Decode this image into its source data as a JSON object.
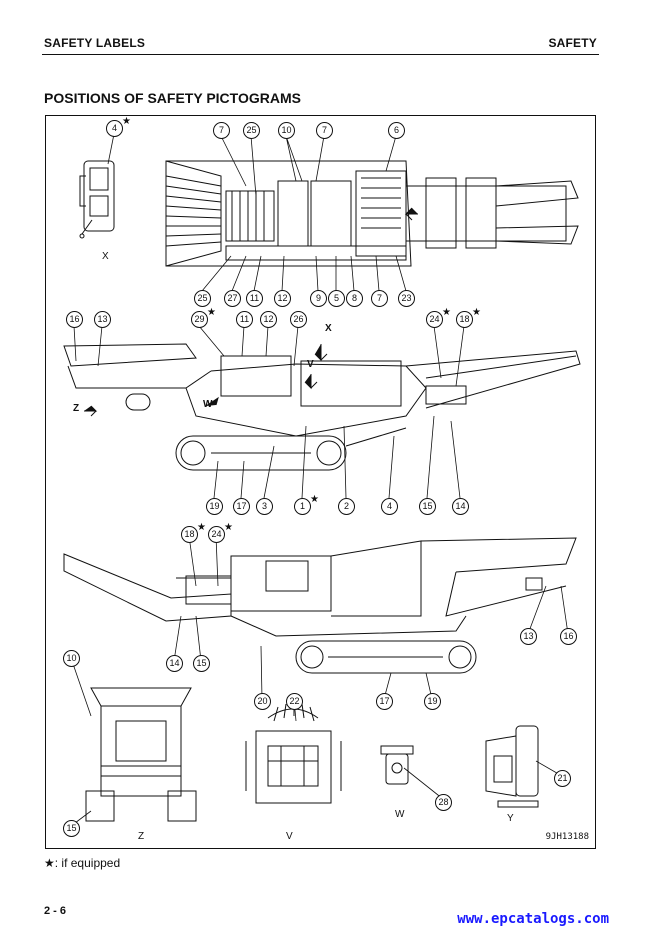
{
  "header": {
    "section": "SAFETY LABELS",
    "chapter": "SAFETY"
  },
  "page_title": "POSITIONS OF SAFETY PICTOGRAMS",
  "footnote": "★: if equipped",
  "page_number": "2 - 6",
  "watermark": "www.epcatalogs.com",
  "figure": {
    "figure_id": "9JH13188",
    "view_letters": [
      "X",
      "V",
      "W",
      "Z",
      "Y"
    ],
    "arrow_letters": [
      "X",
      "V",
      "Z",
      "W"
    ],
    "callouts": [
      "4",
      "7",
      "25",
      "10",
      "7",
      "6",
      "25",
      "27",
      "11",
      "12",
      "9",
      "5",
      "8",
      "7",
      "23",
      "16",
      "13",
      "29",
      "11",
      "12",
      "26",
      "24",
      "18",
      "19",
      "17",
      "3",
      "1",
      "2",
      "4",
      "15",
      "14",
      "18",
      "24",
      "13",
      "16",
      "14",
      "15",
      "20",
      "17",
      "19",
      "10",
      "22",
      "15",
      "28",
      "21"
    ],
    "star": "★"
  }
}
